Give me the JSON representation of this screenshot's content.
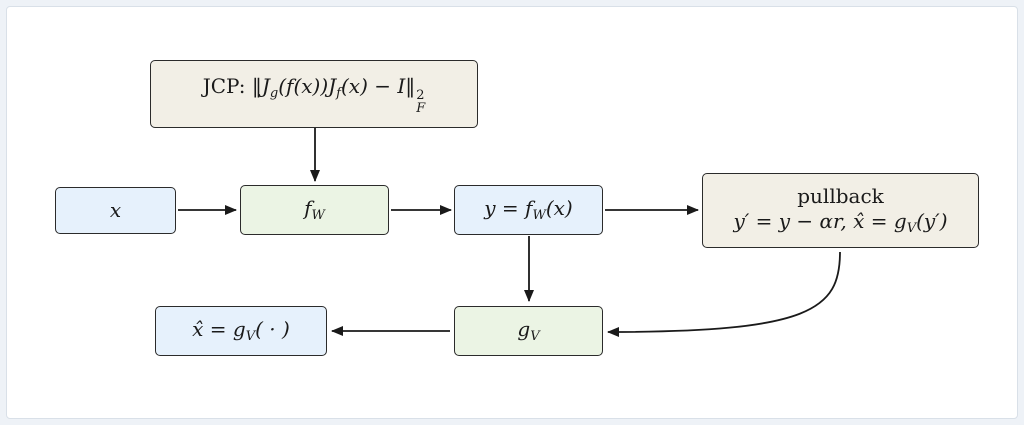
{
  "nodes": {
    "jcp": {
      "prefix": "JCP:",
      "formula": "‖J",
      "g_sub": "g",
      "mid": "(f(x))J",
      "f_sub": "f",
      "tail": "(x) − I‖",
      "sup": "2",
      "sub": "F"
    },
    "x": {
      "label": "x"
    },
    "fw": {
      "label": "f",
      "sub": "W"
    },
    "y": {
      "pre": "y = f",
      "sub": "W",
      "post": "(x)"
    },
    "pullback": {
      "title": "pullback",
      "line2_a": "y′ = y − αr,  x̂ = g",
      "line2_sub": "V",
      "line2_b": "(y′)"
    },
    "gv": {
      "label": "g",
      "sub": "V"
    },
    "xhat": {
      "pre": "x̂ = g",
      "sub": "V",
      "post": "( · )"
    }
  },
  "colors": {
    "input_fill": "#e6f1fc",
    "model_fill": "#ebf4e4",
    "annotation_fill": "#f2efe6",
    "stroke": "#2b2b2b"
  }
}
